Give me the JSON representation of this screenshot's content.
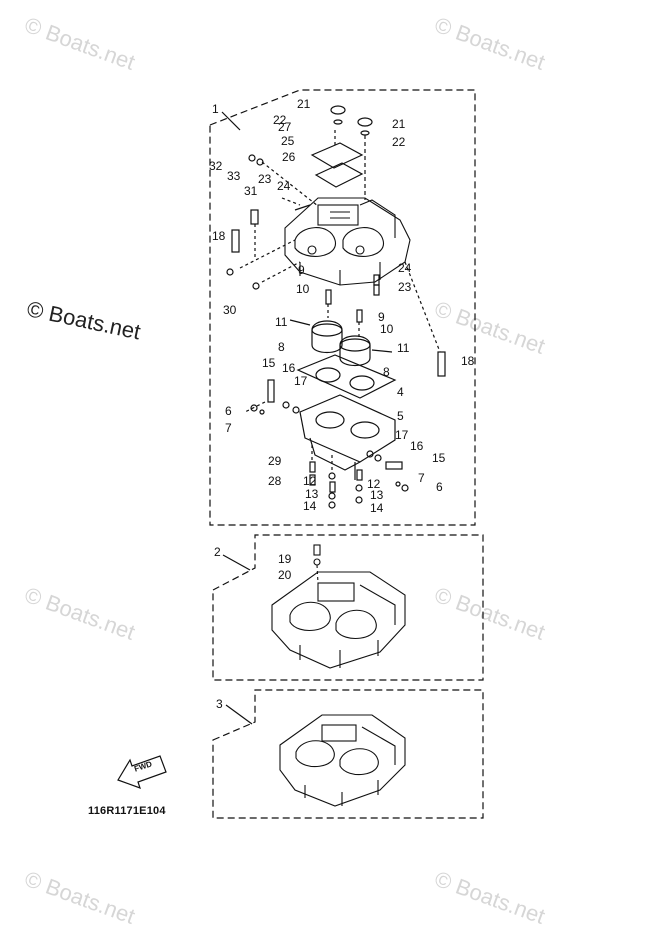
{
  "watermark": {
    "faint": "© Boats.net",
    "main": "© Boats.net"
  },
  "diagram_code": "116R1171E104",
  "fwd_label": "FWD",
  "assemblies": [
    {
      "id": "1",
      "label": "1"
    },
    {
      "id": "2",
      "label": "2"
    },
    {
      "id": "3",
      "label": "3"
    }
  ],
  "callouts": [
    {
      "label": "21"
    },
    {
      "label": "22"
    },
    {
      "label": "27"
    },
    {
      "label": "21"
    },
    {
      "label": "22"
    },
    {
      "label": "25"
    },
    {
      "label": "26"
    },
    {
      "label": "32"
    },
    {
      "label": "33"
    },
    {
      "label": "23"
    },
    {
      "label": "24"
    },
    {
      "label": "31"
    },
    {
      "label": "18"
    },
    {
      "label": "9"
    },
    {
      "label": "24"
    },
    {
      "label": "10"
    },
    {
      "label": "23"
    },
    {
      "label": "30"
    },
    {
      "label": "9"
    },
    {
      "label": "11"
    },
    {
      "label": "10"
    },
    {
      "label": "8"
    },
    {
      "label": "11"
    },
    {
      "label": "18"
    },
    {
      "label": "8"
    },
    {
      "label": "15"
    },
    {
      "label": "16"
    },
    {
      "label": "17"
    },
    {
      "label": "4"
    },
    {
      "label": "6"
    },
    {
      "label": "5"
    },
    {
      "label": "7"
    },
    {
      "label": "17"
    },
    {
      "label": "16"
    },
    {
      "label": "15"
    },
    {
      "label": "29"
    },
    {
      "label": "7"
    },
    {
      "label": "28"
    },
    {
      "label": "12"
    },
    {
      "label": "12"
    },
    {
      "label": "6"
    },
    {
      "label": "13"
    },
    {
      "label": "13"
    },
    {
      "label": "14"
    },
    {
      "label": "14"
    },
    {
      "label": "19"
    },
    {
      "label": "20"
    }
  ]
}
